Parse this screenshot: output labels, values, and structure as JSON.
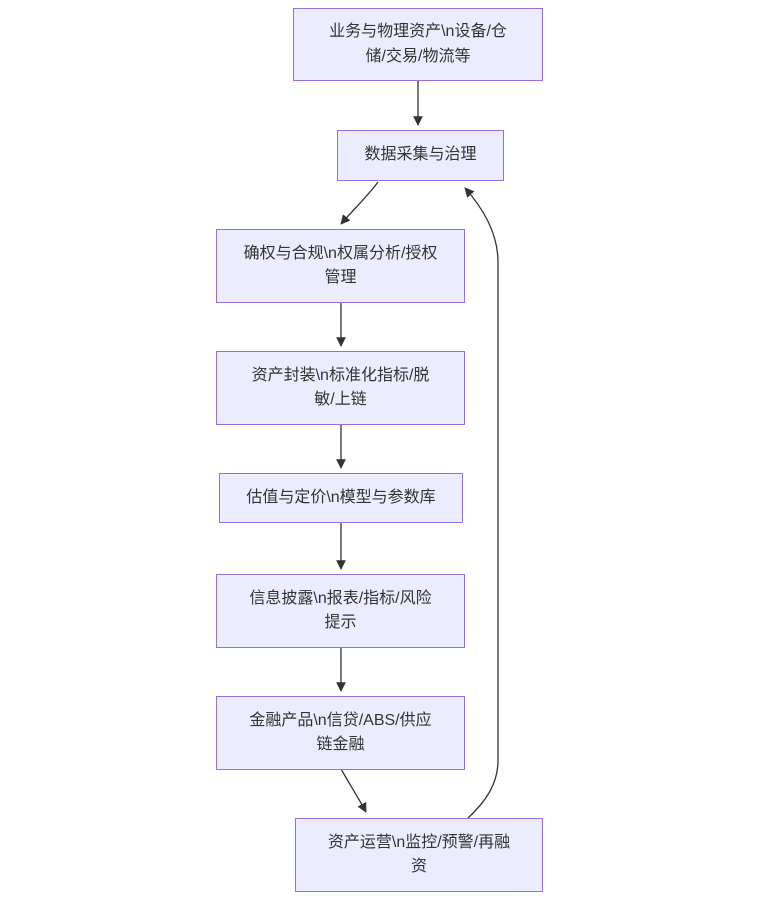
{
  "diagram": {
    "type": "flowchart",
    "direction": "top-down",
    "nodes": [
      {
        "id": "business-physical-assets",
        "label": "业务与物理资产\\n设备/仓储/交易/物流等"
      },
      {
        "id": "data-collection-governance",
        "label": "数据采集与治理"
      },
      {
        "id": "rights-compliance",
        "label": "确权与合规\\n权属分析/授权管理"
      },
      {
        "id": "asset-packaging",
        "label": "资产封装\\n标准化指标/脱敏/上链"
      },
      {
        "id": "valuation-pricing",
        "label": "估值与定价\\n模型与参数库"
      },
      {
        "id": "information-disclosure",
        "label": "信息披露\\n报表/指标/风险提示"
      },
      {
        "id": "financial-products",
        "label": "金融产品\\n信贷/ABS/供应链金融"
      },
      {
        "id": "asset-operations",
        "label": "资产运营\\n监控/预警/再融资"
      }
    ],
    "edges": [
      {
        "from": "business-physical-assets",
        "to": "data-collection-governance"
      },
      {
        "from": "data-collection-governance",
        "to": "rights-compliance"
      },
      {
        "from": "rights-compliance",
        "to": "asset-packaging"
      },
      {
        "from": "asset-packaging",
        "to": "valuation-pricing"
      },
      {
        "from": "valuation-pricing",
        "to": "information-disclosure"
      },
      {
        "from": "information-disclosure",
        "to": "financial-products"
      },
      {
        "from": "financial-products",
        "to": "asset-operations"
      },
      {
        "from": "asset-operations",
        "to": "data-collection-governance"
      }
    ],
    "colors": {
      "node_fill": "#ECECFF",
      "node_border": "#9370DB",
      "edge_color": "#333333",
      "text_color": "#333333",
      "background": "#FFFFFF"
    }
  }
}
